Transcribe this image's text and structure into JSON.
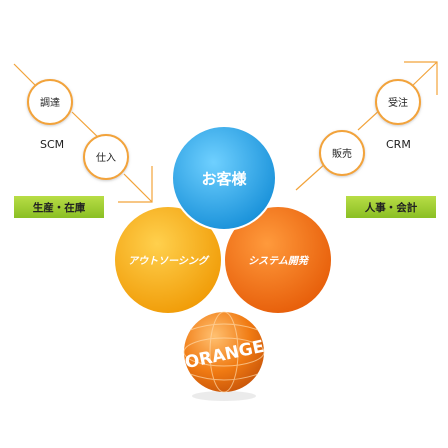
{
  "left": {
    "node1": "調達",
    "node2": "仕入",
    "side_label": "SCM",
    "tag": "生産・在庫"
  },
  "right": {
    "node1": "受注",
    "node2": "販売",
    "side_label": "CRM",
    "tag": "人事・会計"
  },
  "center": {
    "top": "お客様",
    "left": "アウトソーシング",
    "right": "システム開発"
  },
  "logo": "ORANGE",
  "colors": {
    "blue": "#2aa6e6",
    "amber": "#f3a512",
    "orange": "#f06a0f",
    "tag_green": "#9bcc30",
    "line": "#f2a33a"
  }
}
